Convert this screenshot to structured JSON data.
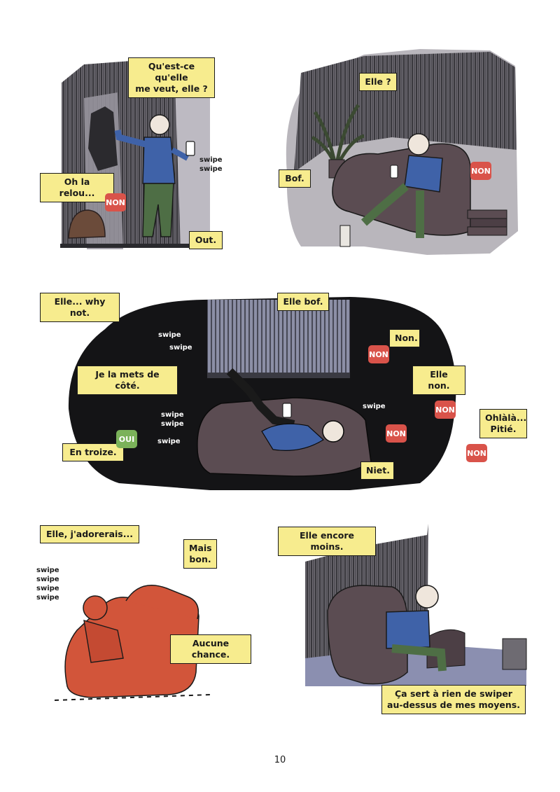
{
  "captions": {
    "p1_question": "Qu'est-ce qu'elle\nme veut, elle ?",
    "p1_relou": "Oh la relou...",
    "p1_out": "Out.",
    "p2_elle": "Elle ?",
    "p2_bof": "Bof.",
    "p3_whynot": "Elle... why not.",
    "p3_ellebof": "Elle bof.",
    "p3_non": "Non.",
    "p3_ellenon": "Elle non.",
    "p3_cote": "Je la mets de côté.",
    "p3_troize": "En troize.",
    "p3_ohlala": "Ohlàlà...\nPitié.",
    "p3_niet": "Niet.",
    "p4_adorerais": "Elle, j'adorerais...",
    "p4_maisbon": "Mais\nbon.",
    "p4_aucune": "Aucune chance.",
    "p5_moins": "Elle encore moins.",
    "p5_sert": "Ça sert à rien de swiper\nau-dessus de mes moyens."
  },
  "badges": {
    "no_label": "NON",
    "yes_label": "OUI"
  },
  "sfx": {
    "p1": "swipe\nswipe",
    "p3_a": "swipe",
    "p3_b": "swipe",
    "p3_c": "swipe\nswipe",
    "p3_d": "swipe",
    "p3_e": "swipe",
    "p4": "swipe\nswipe\nswipe\nswipe"
  },
  "page_number": "10",
  "colors": {
    "caption": "#f7ec8e",
    "non": "#d9534a",
    "oui": "#7bb25a",
    "shirt": "#3f62a8",
    "pants": "#4e6e45",
    "sofa": "#5b4c52",
    "red_scene": "#d2553a"
  }
}
